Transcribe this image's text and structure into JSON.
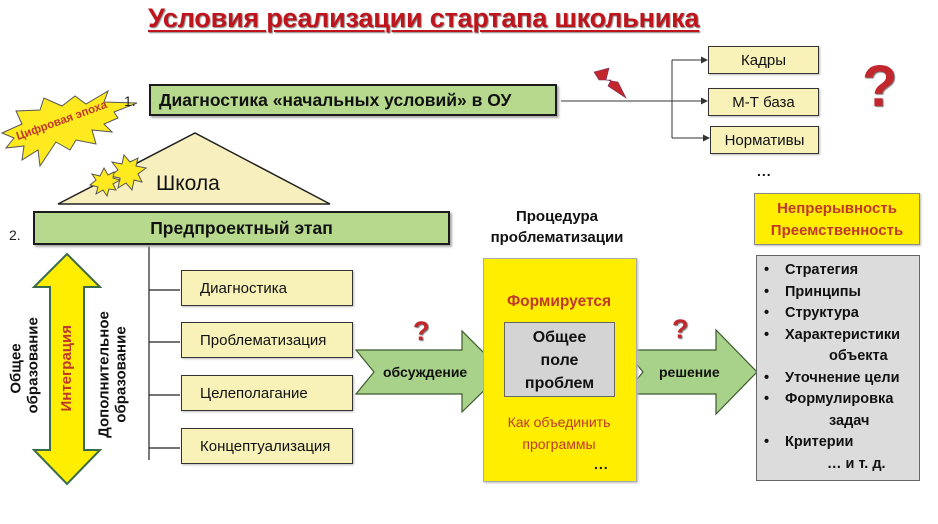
{
  "title": "Условия реализации стартапа школьника",
  "step1": {
    "number": "1.",
    "label": "Диагностика «начальных условий» в ОУ",
    "resources": [
      "Кадры",
      "М-Т база",
      "Нормативы"
    ],
    "ellipsis": "...",
    "question": "?"
  },
  "digital_era": "Цифровая эпоха",
  "school": "Школа",
  "step2": {
    "number": "2.",
    "label": "Предпроектный этап",
    "stages": [
      "Диагностика",
      "Проблематизация",
      "Целеполагание",
      "Концептуализация"
    ]
  },
  "integration": {
    "left_label": "Общее образование",
    "arrow_label": "Интеграция",
    "right_label": "Дополнительное образование"
  },
  "discussion_arrow": {
    "label": "обсуждение",
    "question": "?"
  },
  "procedure": {
    "heading_line1": "Процедура",
    "heading_line2": "проблематизации",
    "forming": "Формируется",
    "core_line1": "Общее",
    "core_line2": "поле",
    "core_line3": "проблем",
    "note_line1": "Как объединить",
    "note_line2": "программы",
    "ellipsis": "..."
  },
  "decision_arrow": {
    "label": "решение",
    "question": "?"
  },
  "continuity": {
    "line1": "Непрерывность",
    "line2": "Преемственность"
  },
  "outcomes": [
    {
      "text": "Стратегия",
      "type": "bullet"
    },
    {
      "text": "Принципы",
      "type": "bullet"
    },
    {
      "text": "Структура",
      "type": "bullet"
    },
    {
      "text": "Характеристики",
      "type": "bullet"
    },
    {
      "text": "объекта",
      "type": "cont"
    },
    {
      "text": "Уточнение цели",
      "type": "bullet"
    },
    {
      "text": "Формулировка",
      "type": "bullet"
    },
    {
      "text": "задач",
      "type": "cont"
    },
    {
      "text": "Критерии",
      "type": "bullet"
    },
    {
      "text": "…  и т. д.",
      "type": "etc"
    }
  ],
  "colors": {
    "title_red": "#c0141c",
    "green_fill": "#b7d98e",
    "cream_fill": "#f8f1b8",
    "yellow_fill": "#ffee00",
    "grey_fill": "#d4d4d4",
    "accent_red_text": "#c0392b"
  }
}
